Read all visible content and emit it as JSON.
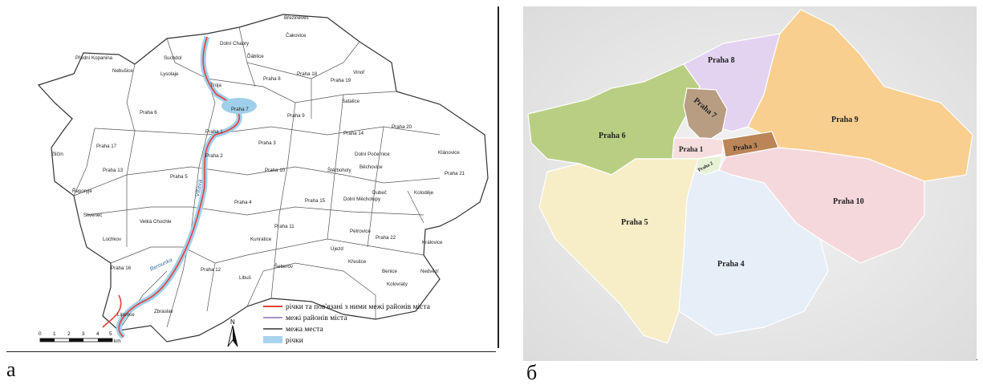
{
  "map_a": {
    "districts": [
      "Březiněves",
      "Dolní Chabry",
      "Ďáblice",
      "Čakovice",
      "Suchdol",
      "Praha 8",
      "Praha 18",
      "Praha 19",
      "Vinoř",
      "Přední Kopanina",
      "Nebušice",
      "Lysolaje",
      "Troja",
      "Satalice",
      "Praha 7",
      "Praha 6",
      "Praha 9",
      "Praha 14",
      "Praha 20",
      "Praha 1",
      "Zličín",
      "Praha 17",
      "Praha 3",
      "Dolní Počernice",
      "Klánovice",
      "Praha 2",
      "Praha 13",
      "Praha 5",
      "Praha 10",
      "Štěrboholy",
      "Běchovice",
      "Praha 21",
      "Řeporyje",
      "Praha 4",
      "Praha 15",
      "Dolní Měcholupy",
      "Dubeč",
      "Koloděje",
      "Slivenec",
      "Praha 11",
      "Velká Chuchle",
      "Petrovice",
      "Praha 22",
      "Královice",
      "Lochkov",
      "Kunratice",
      "Újezd",
      "Křeslice",
      "Praha 16",
      "Praha 12",
      "Šeberov",
      "Benice",
      "Nedvězí",
      "Libuš",
      "Kolovraty",
      "Lipence",
      "Zbraslav"
    ],
    "rivers": [
      "Vltava",
      "Berounka"
    ],
    "legend": [
      {
        "label": "річки та пов'язані з ними межі районів міста",
        "color": "#e8403a",
        "kind": "line"
      },
      {
        "label": "межі районів міста",
        "color": "#8a6fb0",
        "kind": "line"
      },
      {
        "label": "межа места",
        "color": "#333333",
        "kind": "line"
      },
      {
        "label": "річки",
        "color": "#a9d3ee",
        "kind": "patch"
      }
    ],
    "scale_ticks": [
      "0",
      "1",
      "2",
      "3",
      "4",
      "5"
    ],
    "scale_unit": "km",
    "north": "N"
  },
  "map_b": {
    "districts": [
      {
        "label": "Praha 6",
        "color": "#b8cf83"
      },
      {
        "label": "Praha 8",
        "color": "#e3d3f1"
      },
      {
        "label": "Praha 7",
        "color": "#b89d83"
      },
      {
        "label": "Praha 9",
        "color": "#f8cf8f"
      },
      {
        "label": "Praha 1",
        "color": "#f7dede"
      },
      {
        "label": "Praha 3",
        "color": "#bb8557"
      },
      {
        "label": "Praha 2",
        "color": "#e7f1d6"
      },
      {
        "label": "Praha 10",
        "color": "#f5d8dc"
      },
      {
        "label": "Praha 5",
        "color": "#f7edc7"
      },
      {
        "label": "Praha 4",
        "color": "#e6eef8"
      }
    ]
  },
  "captions": {
    "a": "а",
    "b": "б"
  }
}
